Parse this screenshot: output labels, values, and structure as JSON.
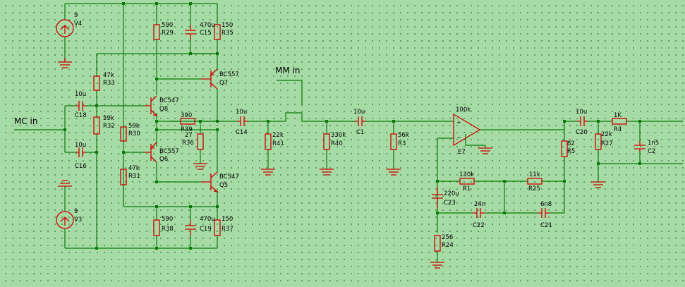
{
  "ports": {
    "mc_in": "MC in",
    "mm_in": "MM in"
  },
  "sources": {
    "v4": {
      "value": "9",
      "ref": "V4"
    },
    "v3": {
      "value": "9",
      "ref": "V3"
    }
  },
  "resistors": {
    "r29": {
      "value": "590",
      "ref": "R29"
    },
    "r35": {
      "value": "150",
      "ref": "R35"
    },
    "r33": {
      "value": "47k",
      "ref": "R33"
    },
    "r32": {
      "value": "59k",
      "ref": "R32"
    },
    "r30": {
      "value": "59k",
      "ref": "R30"
    },
    "r31": {
      "value": "47k",
      "ref": "R31"
    },
    "r39": {
      "value": "390",
      "ref": "R39"
    },
    "r36": {
      "value": "27",
      "ref": "R36"
    },
    "r38": {
      "value": "590",
      "ref": "R38"
    },
    "r37": {
      "value": "150",
      "ref": "R37"
    },
    "r41": {
      "value": "22k",
      "ref": "R41"
    },
    "r40": {
      "value": "330k",
      "ref": "R40"
    },
    "r3": {
      "value": "56k",
      "ref": "R3"
    },
    "r1": {
      "value": "130k",
      "ref": "R1"
    },
    "r25": {
      "value": "11k",
      "ref": "R25"
    },
    "r5": {
      "value": "82",
      "ref": "R5"
    },
    "r24": {
      "value": "256",
      "ref": "R24"
    },
    "r27": {
      "value": "22k",
      "ref": "R27"
    },
    "r4": {
      "value": "1K",
      "ref": "R4"
    }
  },
  "capacitors": {
    "c15": {
      "value": "470u",
      "ref": "C15"
    },
    "c19": {
      "value": "470u",
      "ref": "C19"
    },
    "c18": {
      "value": "10u",
      "ref": "C18"
    },
    "c16": {
      "value": "10u",
      "ref": "C16"
    },
    "c14": {
      "value": "10u",
      "ref": "C14"
    },
    "c1": {
      "value": "10u",
      "ref": "C1"
    },
    "c23": {
      "value": "220u",
      "ref": "C23"
    },
    "c22": {
      "value": "24n",
      "ref": "C22"
    },
    "c21": {
      "value": "6n8",
      "ref": "C21"
    },
    "c20": {
      "value": "10u",
      "ref": "C20"
    },
    "c2": {
      "value": "1n5",
      "ref": "C2"
    }
  },
  "transistors": {
    "q7": {
      "type": "BC557",
      "ref": "Q7"
    },
    "q8": {
      "type": "BC547",
      "ref": "Q8"
    },
    "q6": {
      "type": "BC557",
      "ref": "Q6"
    },
    "q5": {
      "type": "BC547",
      "ref": "Q5"
    }
  },
  "opamp": {
    "gain": "100k",
    "ref": "E7"
  }
}
